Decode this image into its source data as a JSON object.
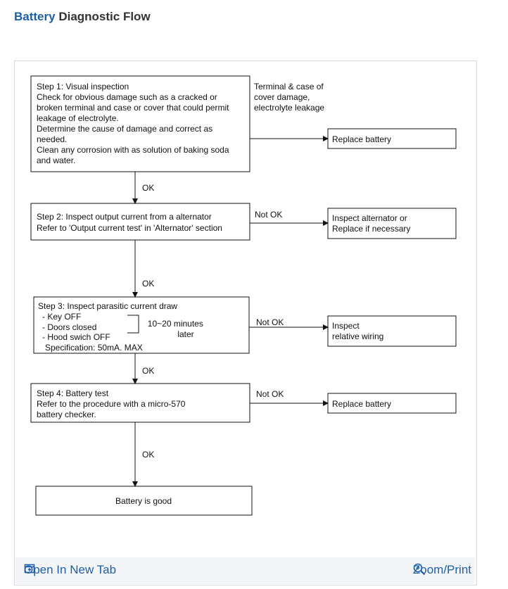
{
  "header": {
    "title_accent": "Battery",
    "title_rest": "Diagnostic Flow"
  },
  "diagram": {
    "step1": [
      "Step 1: Visual inspection",
      "Check for obvious damage such as a cracked or",
      "broken terminal and case or cover that could permit",
      "leakage of electrolyte.",
      "Determine the cause of damage and correct as",
      "needed.",
      "Clean any corrosion with as solution of baking soda",
      "and water."
    ],
    "step1_note": [
      "Terminal  &  case of",
      "cover damage,",
      "electrolyte leakage"
    ],
    "replace1": "Replace battery",
    "ok1": "OK",
    "step2": [
      "Step 2: Inspect output current from a alternator",
      "Refer to 'Output current test' in 'Alternator' section"
    ],
    "notok2": "Not OK",
    "alt_box": [
      "Inspect alternator or",
      "Replace if necessary"
    ],
    "ok2": "OK",
    "step3": {
      "title": "Step 3: Inspect parasitic current draw",
      "items": [
        "- Key OFF",
        "- Doors closed",
        "- Hood swich OFF"
      ],
      "spec": "Specification: 50mA. MAX",
      "wait": [
        "10~20 minutes",
        "later"
      ]
    },
    "notok3": "Not OK",
    "wiring_box": [
      "Inspect",
      "relative wiring"
    ],
    "ok3": "OK",
    "step4": [
      "Step 4: Battery test",
      "Refer to the procedure with a micro-570",
      "battery checker."
    ],
    "notok4": "Not OK",
    "replace2": "Replace battery",
    "ok4": "OK",
    "good": "Battery is good"
  },
  "toolbar": {
    "open_label": "Open In New Tab",
    "zoom_label": "Zoom/Print",
    "open_icon": "open-in-new-tab-icon",
    "zoom_icon": "zoom-in-icon"
  },
  "colors": {
    "accent": "#1c5fa8",
    "title": "#333333",
    "toolbar_bg": "#f4f5f7"
  }
}
